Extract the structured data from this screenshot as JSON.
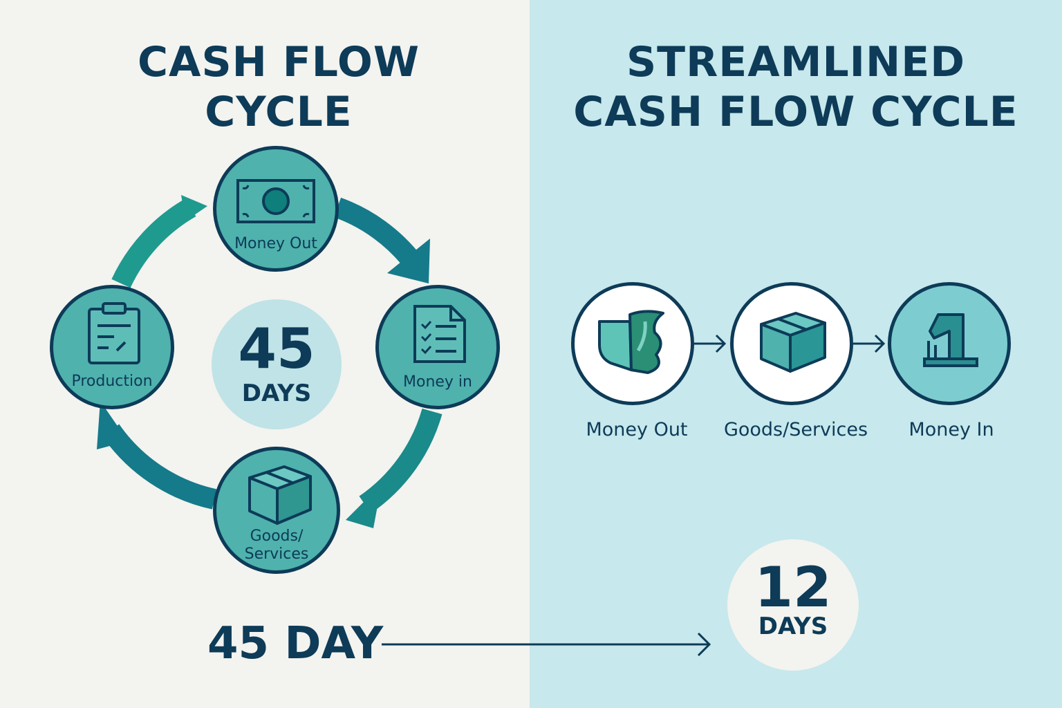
{
  "left_panel": {
    "title": "CASH FLOW\nCYCLE",
    "nodes": {
      "money_out": "Money Out",
      "money_in": "Money in",
      "goods": "Goods/\nServices",
      "production": "Production"
    },
    "center": {
      "number": "45",
      "unit": "DAYS"
    }
  },
  "right_panel": {
    "title": "STREAMLINED\nCASH FLOW CYCLE",
    "steps": [
      "Money Out",
      "Goods/Services",
      "Money In"
    ],
    "badge": {
      "number": "12",
      "unit": "DAYS"
    }
  },
  "bottom": {
    "left_label": "45 DAY"
  },
  "colors": {
    "navy": "#0d3b58",
    "teal": "#4fb2ad",
    "arrow_teal": "#1e8e8a",
    "arrow_blue": "#136f86",
    "left_bg": "#f3f3ef",
    "right_bg": "#c7e8ec"
  },
  "icons": [
    "banknote-icon",
    "document-checklist-icon",
    "box-icon",
    "clipboard-icon",
    "wallet-icon",
    "box-icon",
    "bank-icon"
  ]
}
